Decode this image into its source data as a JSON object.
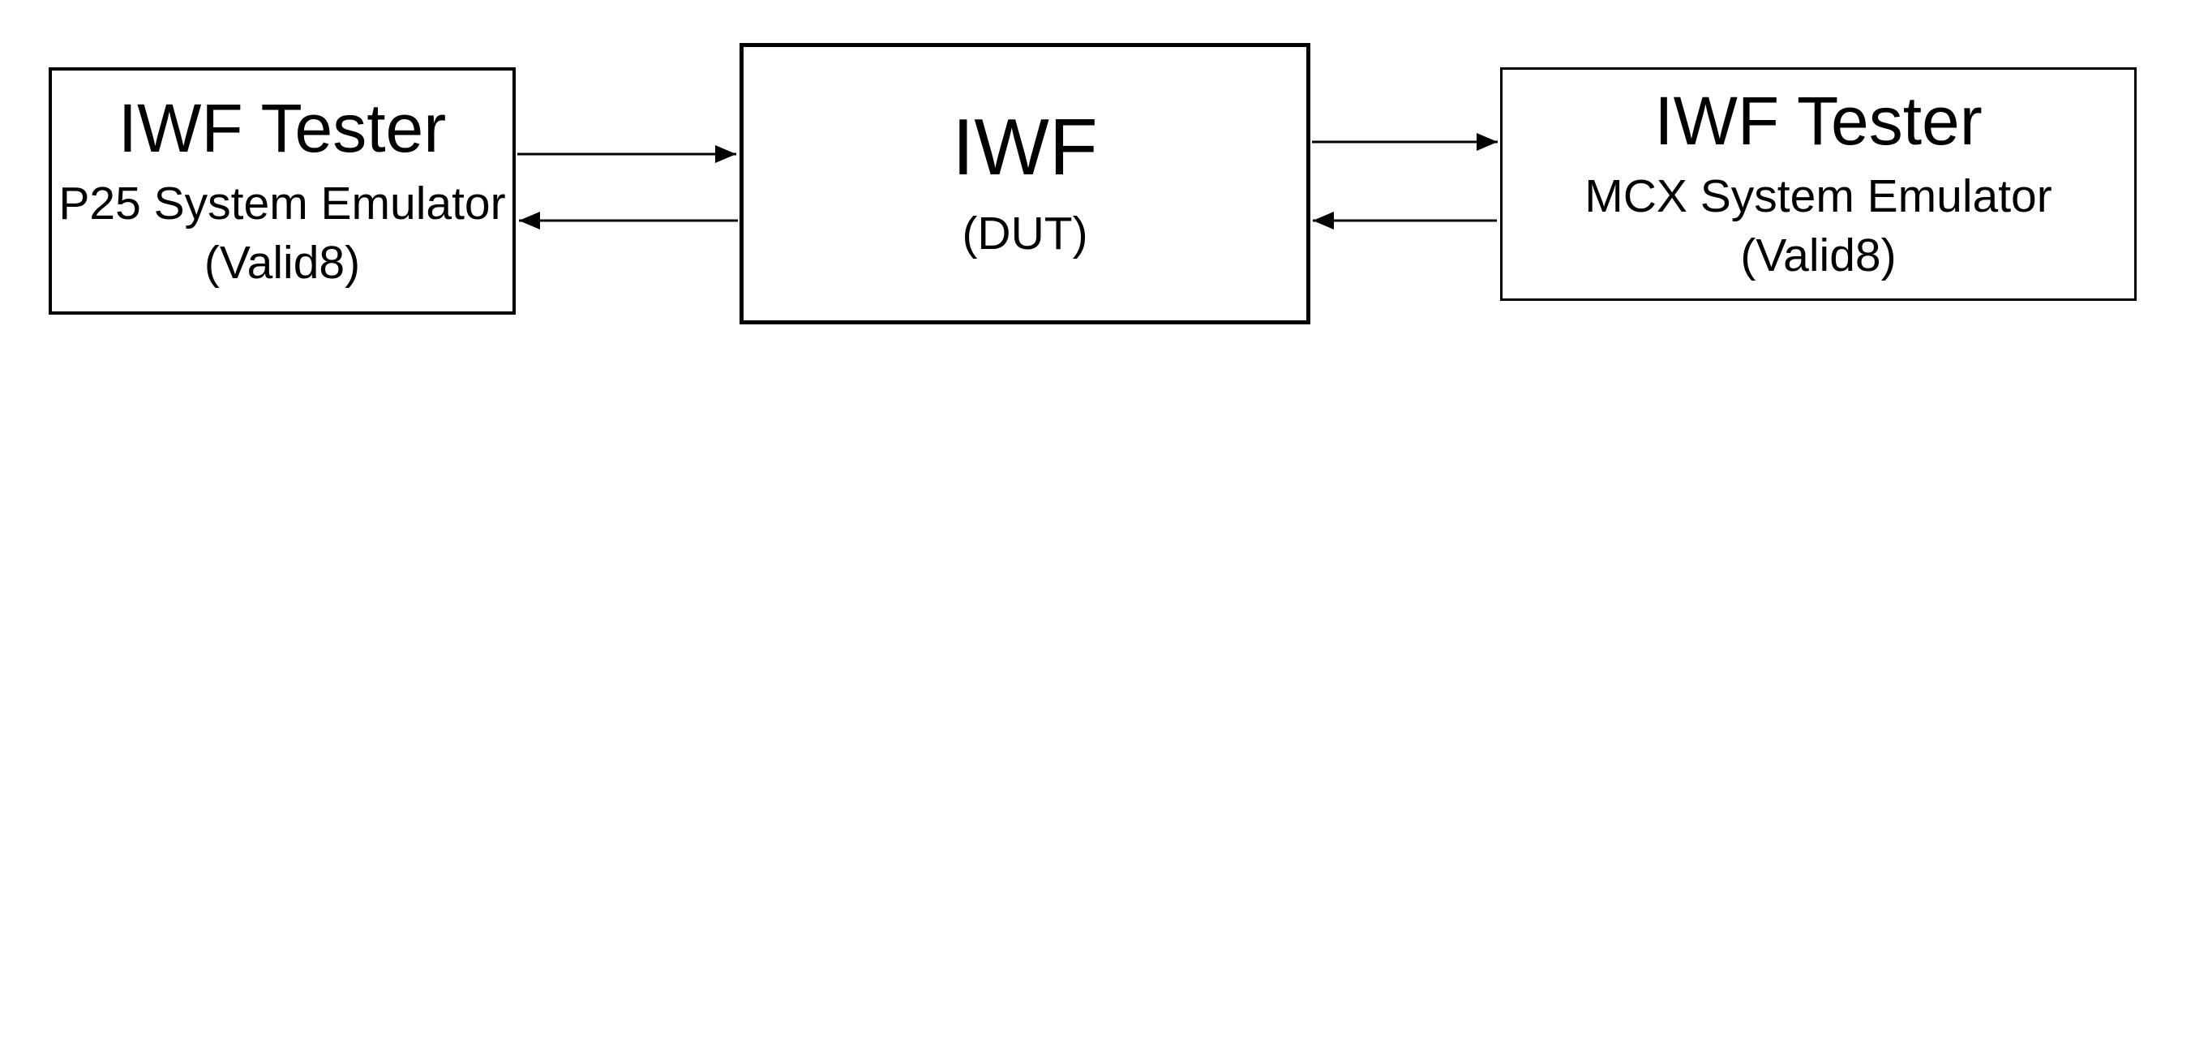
{
  "colors": {
    "background": "#ffffff",
    "foreground": "#000000"
  },
  "nodes": {
    "p25_tester": {
      "title": "IWF Tester",
      "subtitle": "P25 System Emulator",
      "note": "(Valid8)"
    },
    "iwf_dut": {
      "title": "IWF",
      "note": "(DUT)"
    },
    "mcx_tester": {
      "title": "IWF Tester",
      "subtitle": "MCX System Emulator",
      "note": "(Valid8)"
    }
  },
  "connections": [
    {
      "from": "p25_tester",
      "to": "iwf_dut",
      "direction": "right",
      "position": "top"
    },
    {
      "from": "iwf_dut",
      "to": "p25_tester",
      "direction": "left",
      "position": "bottom"
    },
    {
      "from": "iwf_dut",
      "to": "mcx_tester",
      "direction": "right",
      "position": "top"
    },
    {
      "from": "mcx_tester",
      "to": "iwf_dut",
      "direction": "left",
      "position": "bottom"
    }
  ]
}
